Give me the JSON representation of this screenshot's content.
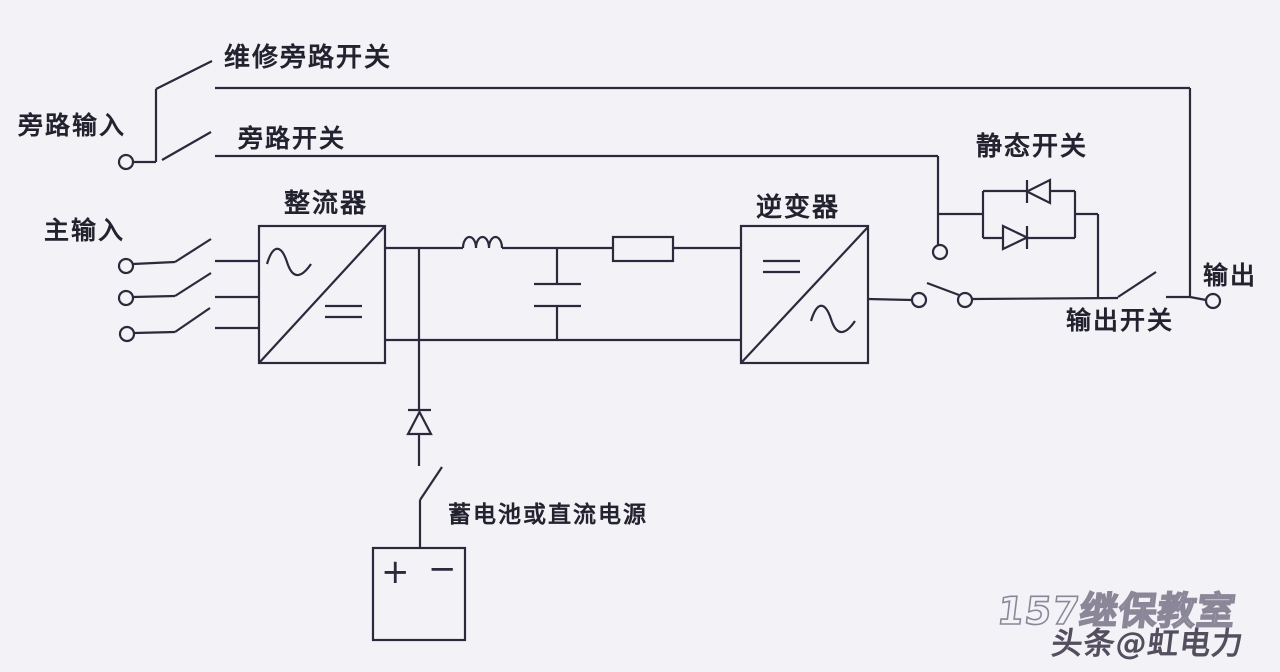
{
  "diagram": {
    "type": "ups-single-line-circuit",
    "labels": {
      "maintenance_bypass_switch": "维修旁路开关",
      "bypass_input": "旁路输入",
      "bypass_switch": "旁路开关",
      "main_input": "主输入",
      "rectifier": "整流器",
      "inverter": "逆变器",
      "static_switch": "静态开关",
      "output_switch": "输出开关",
      "output": "输出",
      "battery": "蓄电池或直流电源",
      "battery_plus": "+",
      "battery_minus": "−"
    },
    "watermark": {
      "line1": "157继保教室",
      "line2": "头条@虹电力"
    },
    "colors": {
      "line": "#2a2a3c",
      "background": "#f3f2f7",
      "watermark_outline": "#8b8798",
      "watermark_text": "#474252"
    }
  }
}
